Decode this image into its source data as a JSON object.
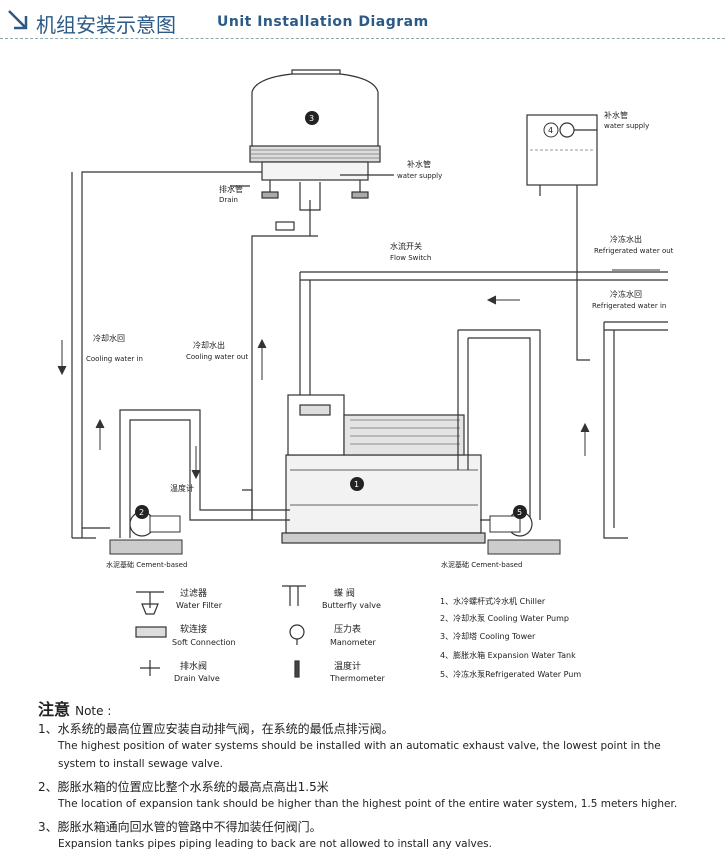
{
  "header": {
    "title_cn": "机组安装示意图",
    "title_en": "Unit Installation Diagram"
  },
  "diagram": {
    "cooling_tower_tag": "3",
    "expansion_tank_tag": "4",
    "chiller_tag": "1",
    "pump_left_tag": "2",
    "pump_right_tag": "5",
    "labels": {
      "makeup_water_cn": "补水管",
      "makeup_water_en": "water supply",
      "drain_cn": "排水管",
      "drain_en": "Drain",
      "flow_switch_cn": "水流开关",
      "flow_switch_en": "Flow Switch",
      "refrig_out_cn": "冷冻水出",
      "refrig_out_en": "Refrigerated water out",
      "refrig_in_cn": "冷冻水回",
      "refrig_in_en": "Refrigerated water in",
      "cooling_in_cn": "冷却水回",
      "cooling_in_en": "Cooling water in",
      "cooling_out_cn": "冷却水出",
      "cooling_out_en": "Cooling water out",
      "thermometer_cn": "温度计",
      "cement_left": "水泥基础 Cement-based",
      "cement_right": "水泥基础 Cement-based"
    },
    "legend": [
      {
        "cn": "过滤器",
        "en": "Water Filter"
      },
      {
        "cn": "软连接",
        "en": "Soft Connection"
      },
      {
        "cn": "排水阀",
        "en": "Drain Valve"
      },
      {
        "cn": "蝶 阀",
        "en": "Butterfly valve"
      },
      {
        "cn": "压力表",
        "en": "Manometer"
      },
      {
        "cn": "温度计",
        "en": "Thermometer"
      }
    ],
    "components": [
      "1、水冷螺杆式冷水机  Chiller",
      "2、冷却水泵 Cooling Water Pump",
      "3、冷却塔 Cooling Tower",
      "4、膨胀水箱 Expansion Water Tank",
      "5、冷冻水泵Refrigerated Water Pum"
    ]
  },
  "notes": {
    "title_cn": "注意",
    "title_en": "Note :",
    "items": [
      {
        "cn": "1、水系统的最高位置应安装自动排气阀，在系统的最低点排污阀。",
        "en1": "The highest position of water systems should be installed with an automatic exhaust valve, the lowest point in the",
        "en2": "system to install sewage valve."
      },
      {
        "cn": "2、膨胀水箱的位置应比整个水系统的最高点高出1.5米",
        "en1": "The location of expansion tank should be higher than the highest point of the entire water system, 1.5 meters higher.",
        "en2": ""
      },
      {
        "cn": "3、膨胀水箱通向回水管的管路中不得加装任何阀门。",
        "en1": "Expansion tanks pipes piping leading to back are not allowed to install any valves.",
        "en2": ""
      }
    ]
  }
}
